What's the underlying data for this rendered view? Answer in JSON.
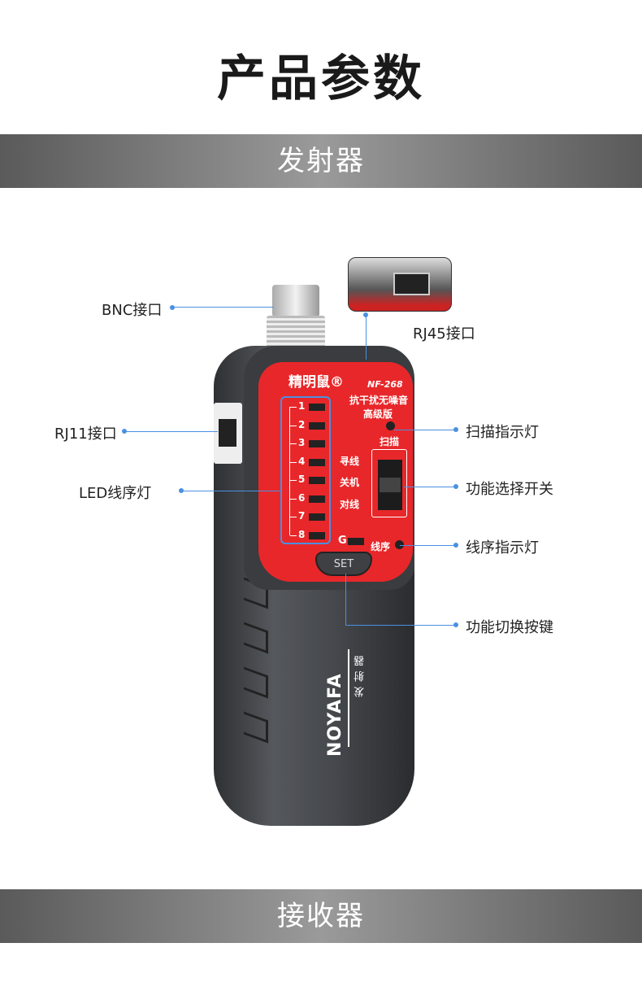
{
  "page_title": "产品参数",
  "sections": {
    "transmitter": "发射器",
    "receiver": "接收器"
  },
  "callouts": {
    "bnc": "BNC接口",
    "rj45": "RJ45接口",
    "rj11": "RJ11接口",
    "led": "LED线序灯",
    "scan_light": "扫描指示灯",
    "function_switch": "功能选择开关",
    "sequence_light": "线序指示灯",
    "function_button": "功能切换按键"
  },
  "device": {
    "brand": "精明鼠®",
    "model": "NF-268",
    "feature": "抗干扰无噪音",
    "edition": "高级版",
    "led_numbers": [
      "1",
      "2",
      "3",
      "4",
      "5",
      "6",
      "7",
      "8"
    ],
    "ground_label": "G",
    "scan_label": "扫描",
    "sequence_label": "线序",
    "switch_positions": [
      "寻线",
      "关机",
      "对线"
    ],
    "button_label": "SET",
    "logo": "NOYAFA",
    "body_text": "发射器"
  },
  "colors": {
    "accent": "#e8272a",
    "callout_line": "#4a90e2"
  }
}
